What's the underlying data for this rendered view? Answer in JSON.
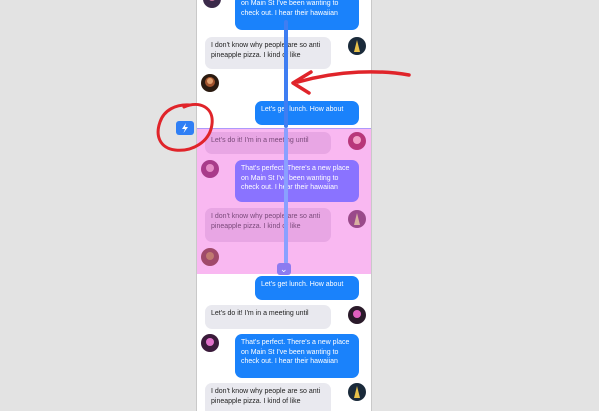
{
  "messages_top": [
    {
      "id": "m1",
      "side": "out",
      "text": "on Main St I've been wanting to check out. I hear their hawaiian"
    },
    {
      "id": "m2",
      "side": "in",
      "text": "I don't know why people are so anti pineapple pizza. I kind of like"
    },
    {
      "id": "m3",
      "side": "out",
      "text": "Let's get lunch. How about"
    }
  ],
  "messages_pink": [
    {
      "id": "p1",
      "side": "in",
      "text": "Let's do it! I'm in a meeting until"
    },
    {
      "id": "p2",
      "side": "out",
      "text": "That's perfect. There's a new place on Main St I've been wanting to check out. I hear their hawaiian"
    },
    {
      "id": "p3",
      "side": "in",
      "text": "I don't know why people are so anti pineapple pizza. I kind of like"
    }
  ],
  "messages_bottom": [
    {
      "id": "b1",
      "side": "out",
      "text": "Let's get lunch. How about"
    },
    {
      "id": "b2",
      "side": "in",
      "text": "Let's do it! I'm in a meeting until"
    },
    {
      "id": "b3",
      "side": "out",
      "text": "That's perfect. There's a new place on Main St I've been wanting to check out. I hear their hawaiian"
    },
    {
      "id": "b4",
      "side": "in",
      "text": "I don't know why people are so anti pineapple pizza. I kind of like"
    }
  ],
  "icons": {
    "bolt": "lightning-bolt-icon",
    "scroll_handle": "chevron-down-icon"
  },
  "colors": {
    "outgoing": "#1a82fb",
    "incoming": "#e9e9ef",
    "highlight_band": "#f9b8f1",
    "highlight_outgoing": "#8a73ff",
    "annotation_red": "#e0242a",
    "drag_line": "#3f7ef2"
  }
}
